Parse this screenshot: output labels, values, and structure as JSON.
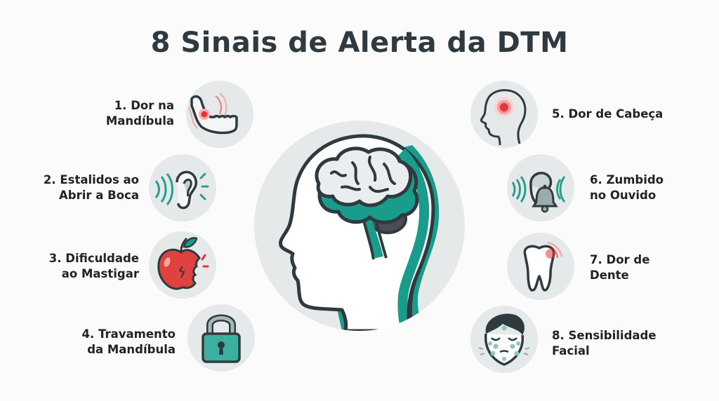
{
  "title": "8 Sinais de Alerta da DTM",
  "colors": {
    "title": "#2e3a40",
    "teal": "#1a9c8c",
    "circle_bg": "#e5e9ea",
    "outline": "#2f3a3f",
    "alert_red": "#e2363f"
  },
  "center_icon": "head-profile-brain-icon",
  "signs": [
    {
      "number": "1",
      "line1": "1. Dor na",
      "line2": "Mandíbula",
      "icon": "jaw-pain-icon",
      "side": "left"
    },
    {
      "number": "2",
      "line1": "2. Estalidos ao",
      "line2": "Abrir a Boca",
      "icon": "ear-clicking-icon",
      "side": "left"
    },
    {
      "number": "3",
      "line1": "3. Dificuldade",
      "line2": "ao Mastigar",
      "icon": "bitten-apple-icon",
      "side": "left"
    },
    {
      "number": "4",
      "line1": "4. Travamento",
      "line2": "da Mandíbula",
      "icon": "padlock-icon",
      "side": "left"
    },
    {
      "number": "5",
      "line1": "5. Dor de Cabeça",
      "line2": "",
      "icon": "head-pain-icon",
      "side": "right"
    },
    {
      "number": "6",
      "line1": "6. Zumbido",
      "line2": "no Ouvido",
      "icon": "ear-bell-icon",
      "side": "right"
    },
    {
      "number": "7",
      "line1": "7. Dor de",
      "line2": "Dente",
      "icon": "tooth-pain-icon",
      "side": "right"
    },
    {
      "number": "8",
      "line1": "8. Sensibilidade",
      "line2": "Facial",
      "icon": "face-sensitivity-icon",
      "side": "right"
    }
  ]
}
